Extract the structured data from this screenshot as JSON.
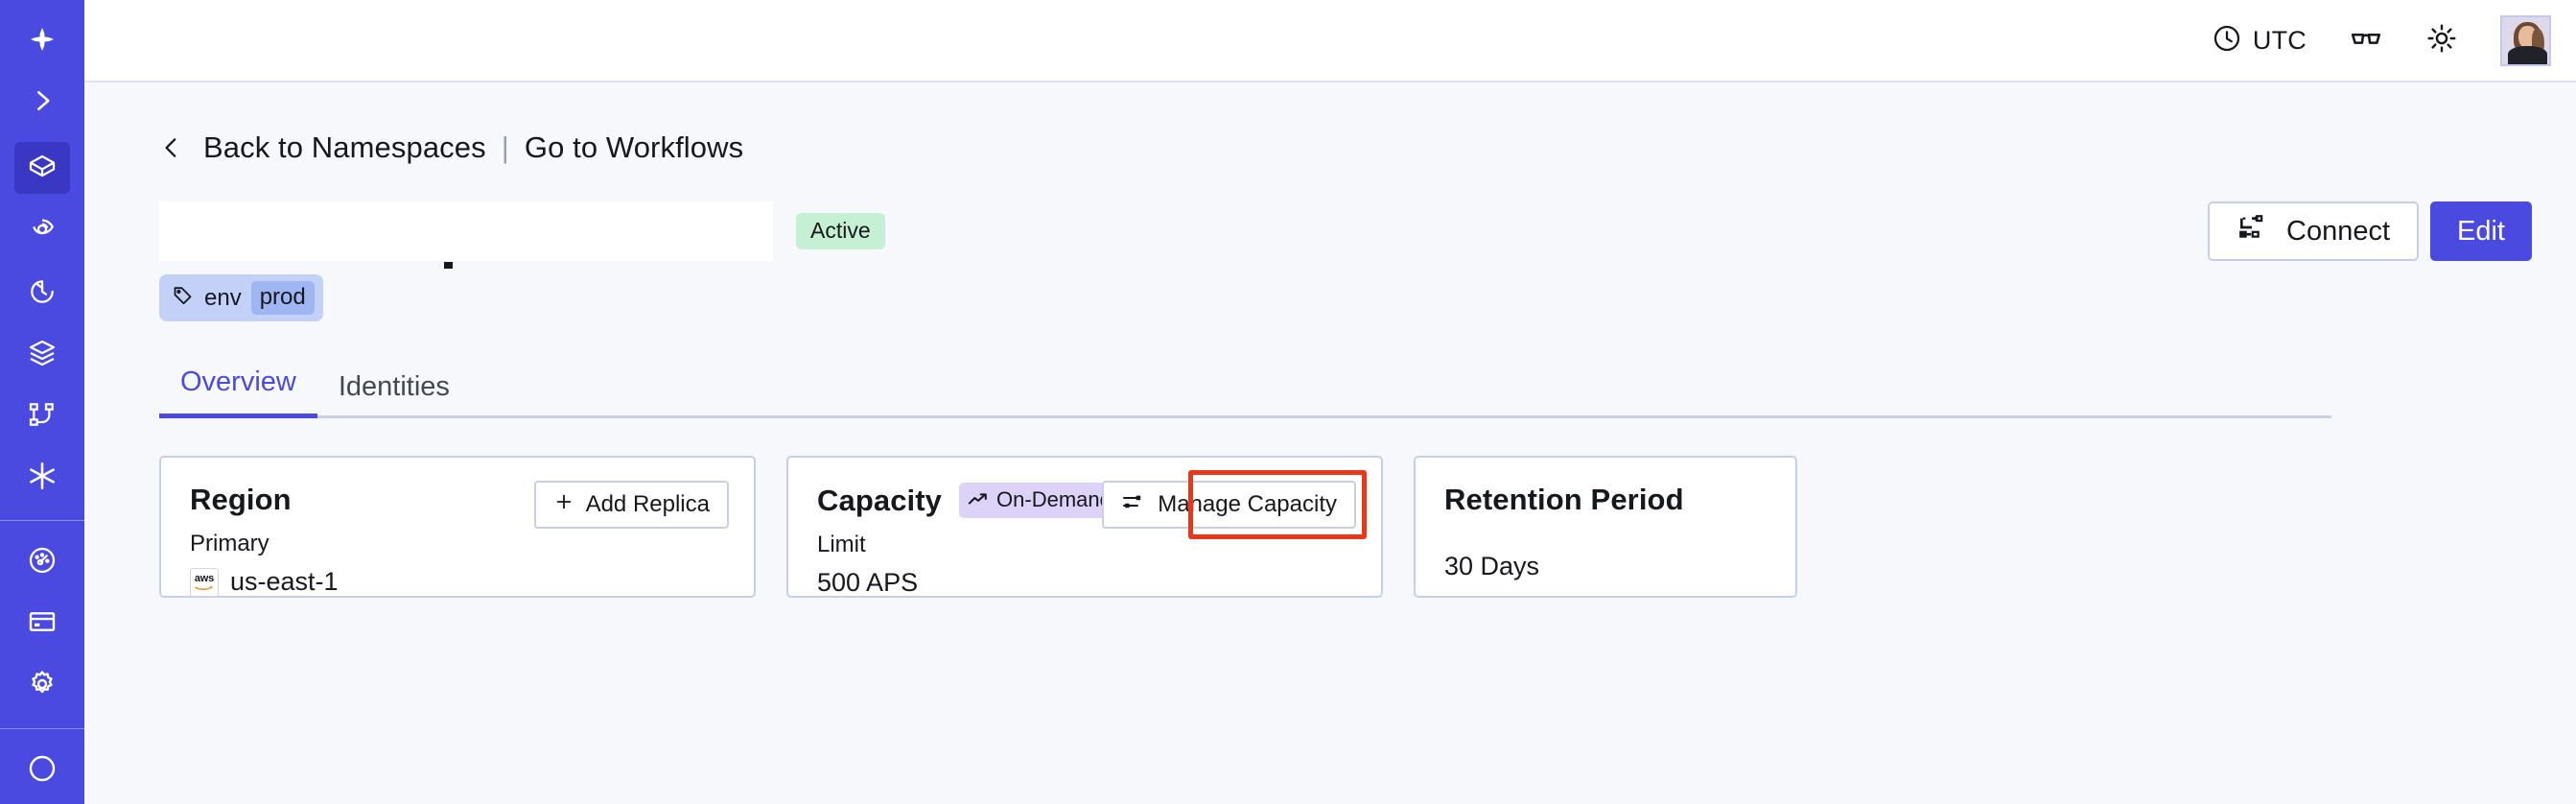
{
  "sidebar": {
    "items": [
      {
        "name": "logo",
        "icon": "temporal-logo-icon",
        "active": false
      },
      {
        "name": "expand",
        "icon": "chevron-right-icon",
        "active": false
      },
      {
        "name": "namespaces",
        "icon": "cube-icon",
        "active": true
      },
      {
        "name": "observability",
        "icon": "eye-target-icon",
        "active": false
      },
      {
        "name": "schedules",
        "icon": "clock-arrow-icon",
        "active": false
      },
      {
        "name": "batch",
        "icon": "layers-icon",
        "active": false
      },
      {
        "name": "workflows",
        "icon": "sitemap-icon",
        "active": false
      },
      {
        "name": "nexus",
        "icon": "asterisk-icon",
        "active": false
      },
      {
        "name": "usage",
        "icon": "gauge-icon",
        "active": false
      },
      {
        "name": "billing",
        "icon": "credit-card-icon",
        "active": false
      },
      {
        "name": "settings",
        "icon": "gear-icon",
        "active": false
      }
    ]
  },
  "topbar": {
    "timezone_label": "UTC",
    "timezone_icon": "clock-icon",
    "docs_icon": "glasses-icon",
    "theme_icon": "sun-icon",
    "avatar_icon": "user-avatar"
  },
  "breadcrumb": {
    "back_icon": "chevron-left-icon",
    "back_label": "Back to Namespaces",
    "divider": "|",
    "forward_label": "Go to Workflows"
  },
  "header": {
    "title": "",
    "status_badge": "Active",
    "connect_label": "Connect",
    "connect_icon": "connect-flow-icon",
    "edit_label": "Edit",
    "tag": {
      "icon": "tag-icon",
      "key": "env",
      "value": "prod"
    }
  },
  "tabs": [
    {
      "label": "Overview",
      "active": true
    },
    {
      "label": "Identities",
      "active": false
    }
  ],
  "cards": {
    "region": {
      "title": "Region",
      "button_label": "Add Replica",
      "button_icon": "plus-icon",
      "sublabel": "Primary",
      "provider_icon": "aws-icon",
      "provider_text": "aws",
      "value": "us-east-1"
    },
    "capacity": {
      "title": "Capacity",
      "badge_label": "On-Demand",
      "badge_icon": "trending-up-icon",
      "button_label": "Manage Capacity",
      "button_icon": "sliders-icon",
      "sublabel": "Limit",
      "value": "500 APS",
      "highlighted": true
    },
    "retention": {
      "title": "Retention Period",
      "value": "30 Days"
    }
  },
  "colors": {
    "brand": "#4a4ae0",
    "sidebar_active": "#3a37c4",
    "page_bg": "#f7f8fb",
    "card_border": "#c5cfe6",
    "status_active_bg": "#c6f0d4",
    "badge_ondemand_bg": "#ddd2f7",
    "tag_bg": "#c3d0f8",
    "tag_value_bg": "#9fb6f3",
    "highlight": "#e8371a"
  }
}
